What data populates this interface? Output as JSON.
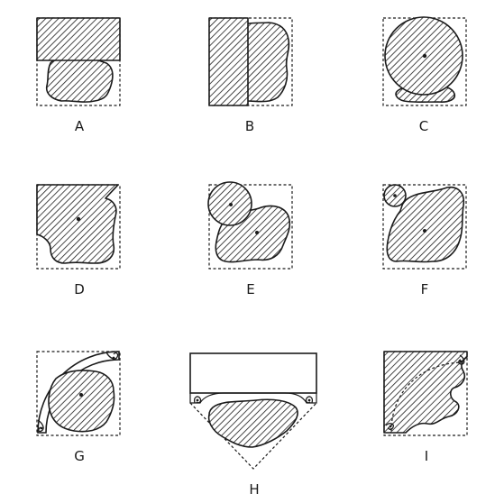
{
  "figure": {
    "panels": [
      {
        "id": "A",
        "label": "A"
      },
      {
        "id": "B",
        "label": "B"
      },
      {
        "id": "C",
        "label": "C"
      },
      {
        "id": "D",
        "label": "D"
      },
      {
        "id": "E",
        "label": "E"
      },
      {
        "id": "F",
        "label": "F"
      },
      {
        "id": "G",
        "label": "G"
      },
      {
        "id": "H",
        "label": "H"
      },
      {
        "id": "I",
        "label": "I"
      }
    ]
  },
  "style": {
    "ink": "#1a1a1a",
    "paper": "#ffffff"
  }
}
